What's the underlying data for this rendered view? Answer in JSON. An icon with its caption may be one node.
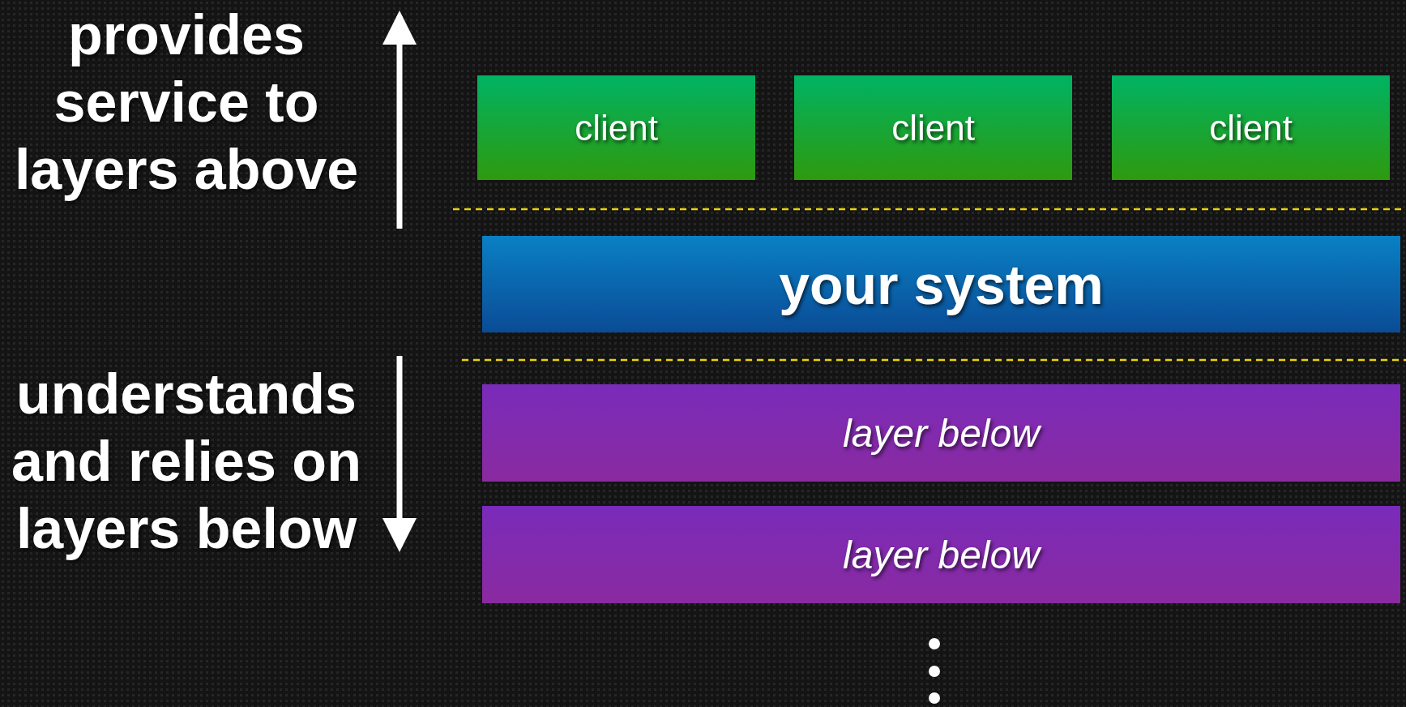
{
  "diagram": {
    "nodes": [
      {
        "text": [
          "client"
        ]
      },
      {
        "text": [
          "client"
        ]
      },
      {
        "text": [
          "client"
        ]
      },
      {
        "text": [
          "your system"
        ]
      },
      {
        "text": [
          "layer below"
        ]
      },
      {
        "text": [
          "layer below"
        ]
      }
    ],
    "labels": [
      "provides service to layers above",
      "understands and relies on layers below"
    ]
  }
}
